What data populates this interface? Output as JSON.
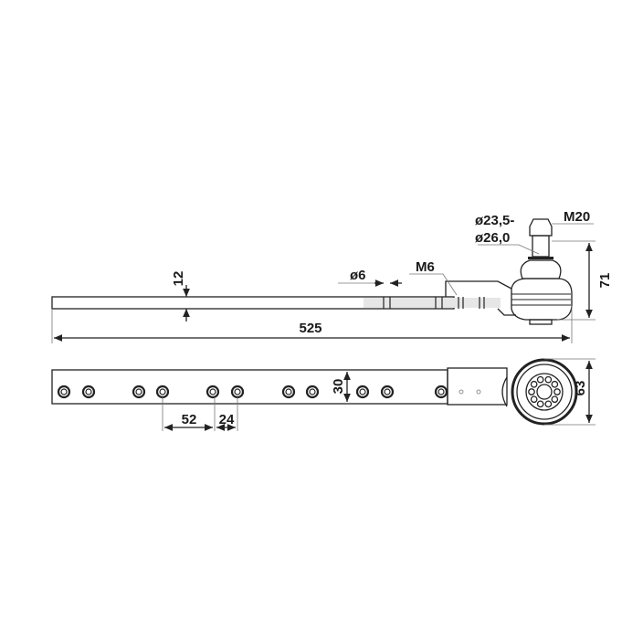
{
  "drawing": {
    "top_view": {
      "thickness_label": "12",
      "hole_diameter_label": "ø6",
      "thread_label": "M6",
      "stud_diameter_label_line1": "ø23,5-",
      "stud_diameter_label_line2": "ø26,0",
      "stud_thread_label": "M20",
      "height_label": "71",
      "length_label": "525"
    },
    "side_view": {
      "width_label": "30",
      "hole_pitch_label": "52",
      "hole_spacing_label": "24",
      "eye_diameter_label": "63"
    }
  }
}
